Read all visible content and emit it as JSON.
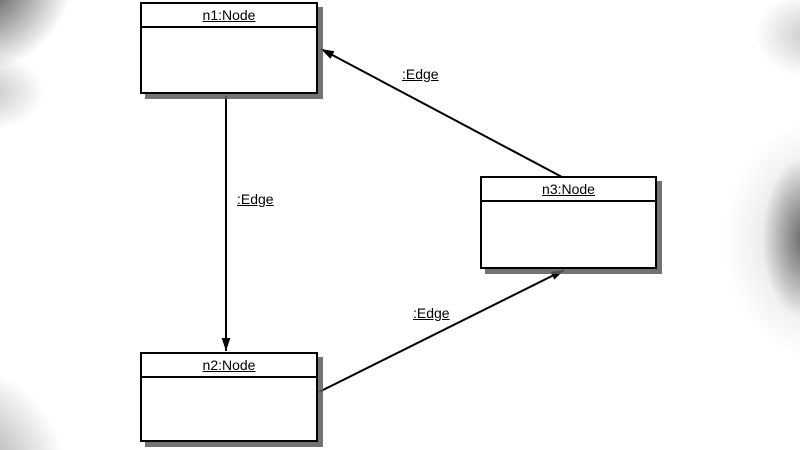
{
  "diagram": {
    "type": "uml-object-diagram",
    "background_color": "#ffffff",
    "node_fill_color": "#ffffff",
    "stroke_color": "#000000",
    "shadow_color": "#5a5a5a",
    "nodes": [
      {
        "id": "n1",
        "label": "n1:Node"
      },
      {
        "id": "n2",
        "label": "n2:Node"
      },
      {
        "id": "n3",
        "label": "n3:Node"
      }
    ],
    "edges": [
      {
        "label": ":Edge",
        "from": "n3",
        "to": "n1",
        "arrow": "at-n1"
      },
      {
        "label": ":Edge",
        "from": "n1",
        "to": "n2",
        "arrow": "at-n2"
      },
      {
        "label": ":Edge",
        "from": "n2",
        "to": "n3",
        "arrow": "at-n3"
      }
    ]
  }
}
